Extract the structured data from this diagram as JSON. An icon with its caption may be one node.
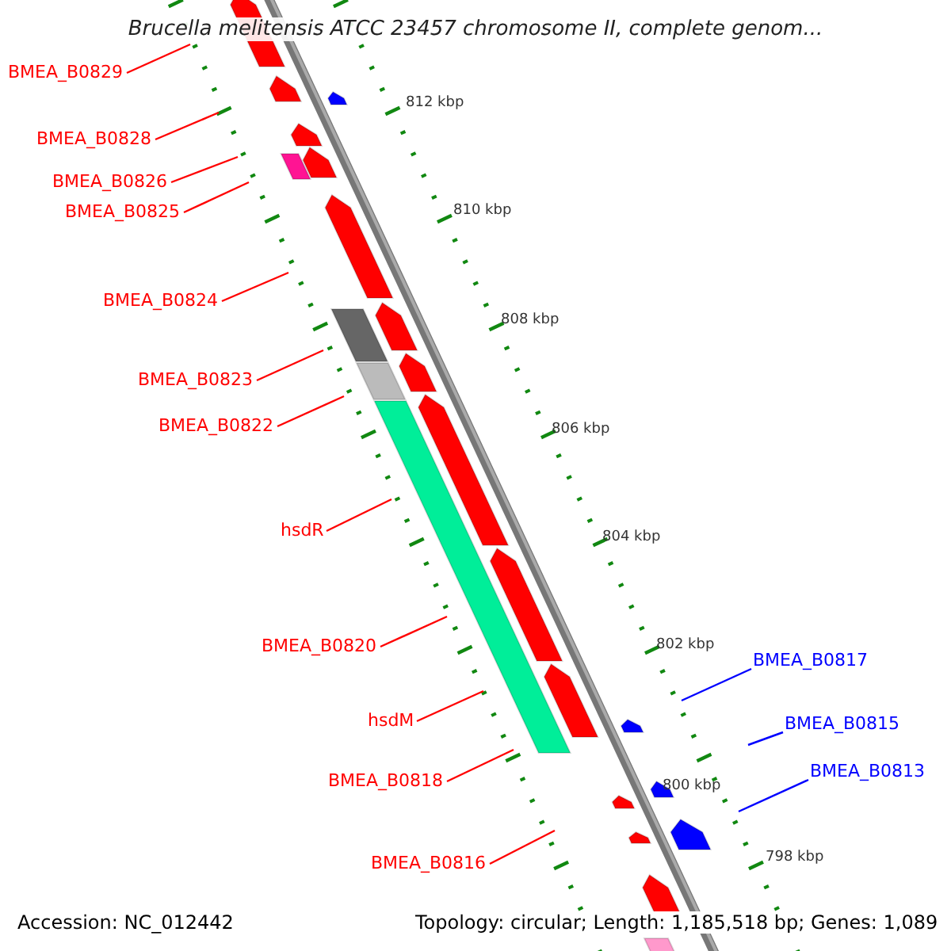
{
  "diagram": {
    "title": "Brucella melitensis ATCC 23457 chromosome II, complete genom...",
    "nodes": [
      {
        "text": [
          "BMEA_B0829"
        ]
      },
      {
        "text": [
          "BMEA_B0828"
        ]
      },
      {
        "text": [
          "BMEA_B0826"
        ]
      },
      {
        "text": [
          "BMEA_B0825"
        ]
      },
      {
        "text": [
          "BMEA_B0824"
        ]
      },
      {
        "text": [
          "BMEA_B0823"
        ]
      },
      {
        "text": [
          "BMEA_B0822"
        ]
      },
      {
        "text": [
          "hsdR"
        ]
      },
      {
        "text": [
          "BMEA_B0820"
        ]
      },
      {
        "text": [
          "hsdM"
        ]
      },
      {
        "text": [
          "BMEA_B0818"
        ]
      },
      {
        "text": [
          "BMEA_B0816"
        ]
      },
      {
        "text": [
          "BMEA_B0817"
        ]
      },
      {
        "text": [
          "BMEA_B0815"
        ]
      },
      {
        "text": [
          "BMEA_B0813"
        ]
      }
    ],
    "edges": [
      {
        "from": 0,
        "to": null,
        "arrow": "none"
      },
      {
        "from": 1,
        "to": null,
        "arrow": "none"
      },
      {
        "from": 2,
        "to": null,
        "arrow": "none"
      },
      {
        "from": 3,
        "to": null,
        "arrow": "none"
      },
      {
        "from": 4,
        "to": null,
        "arrow": "none"
      },
      {
        "from": 5,
        "to": null,
        "arrow": "none"
      },
      {
        "from": 6,
        "to": null,
        "arrow": "none"
      },
      {
        "from": 7,
        "to": null,
        "arrow": "none"
      },
      {
        "from": 8,
        "to": null,
        "arrow": "none"
      },
      {
        "from": 9,
        "to": null,
        "arrow": "none"
      },
      {
        "from": 10,
        "to": null,
        "arrow": "none"
      },
      {
        "from": 11,
        "to": null,
        "arrow": "none"
      },
      {
        "from": 12,
        "to": null,
        "arrow": "none",
        "color": "#0000ff"
      },
      {
        "from": 13,
        "to": null,
        "arrow": "none",
        "color": "#0000ff"
      },
      {
        "from": 14,
        "to": null,
        "arrow": "none",
        "color": "#0000ff"
      }
    ],
    "labels": [
      "812 kbp",
      "810 kbp",
      "808 kbp",
      "806 kbp",
      "804 kbp",
      "802 kbp",
      "800 kbp",
      "798 kbp",
      "Accession: NC_012442",
      "Topology: circular; Length: 1,185,518 bp; Genes: 1,089"
    ]
  }
}
